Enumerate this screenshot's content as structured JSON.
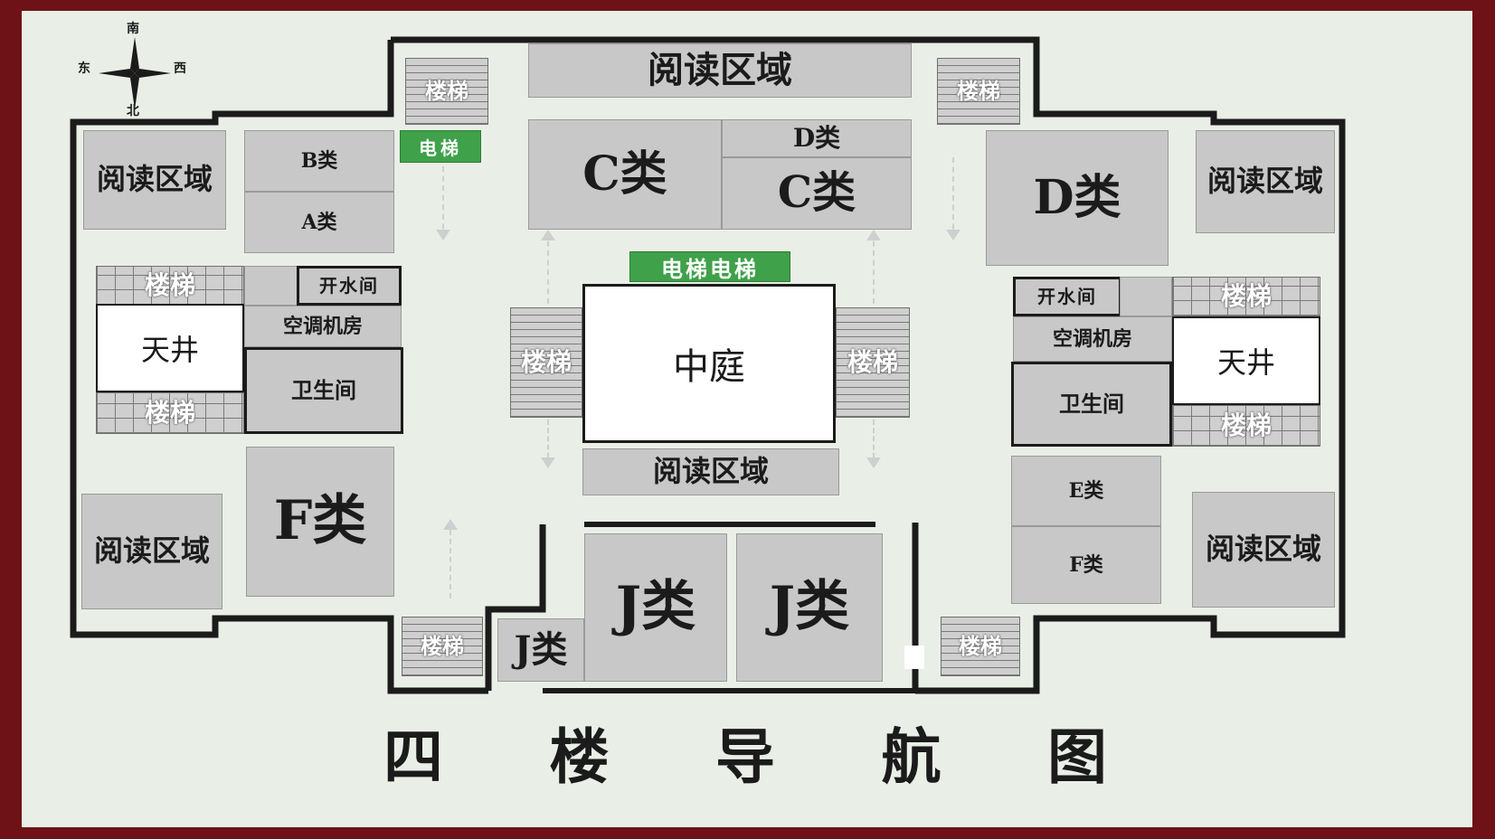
{
  "title": "四 楼 导 航 图",
  "title_chars": [
    "四",
    "楼",
    "导",
    "航",
    "图"
  ],
  "compass": {
    "south": "南",
    "north": "北",
    "east": "东",
    "west": "西"
  },
  "colors": {
    "frame": "#6e1217",
    "background": "#e9efe6",
    "room": "#c8c8c8",
    "elevator": "#3fa14a",
    "wall": "#1b1b1b"
  },
  "labels": {
    "reading_area": "阅读区域",
    "reading_l1": "阅读",
    "reading_l2": "区域",
    "stairs": "楼梯",
    "stair_1": "楼",
    "stair_2": "梯",
    "elevator": "电梯",
    "elevator_double": "电梯电梯",
    "courtyard": "中庭",
    "atrium": "天井",
    "water_room": "开水间",
    "ac_room": "空调机房",
    "toilet_1": "卫",
    "toilet_2": "生",
    "toilet_3": "间",
    "cat_a": "A类",
    "cat_b": "B类",
    "cat_c": "C类",
    "cat_d": "D类",
    "cat_e": "E类",
    "cat_f": "F类",
    "cat_j": "J类"
  }
}
